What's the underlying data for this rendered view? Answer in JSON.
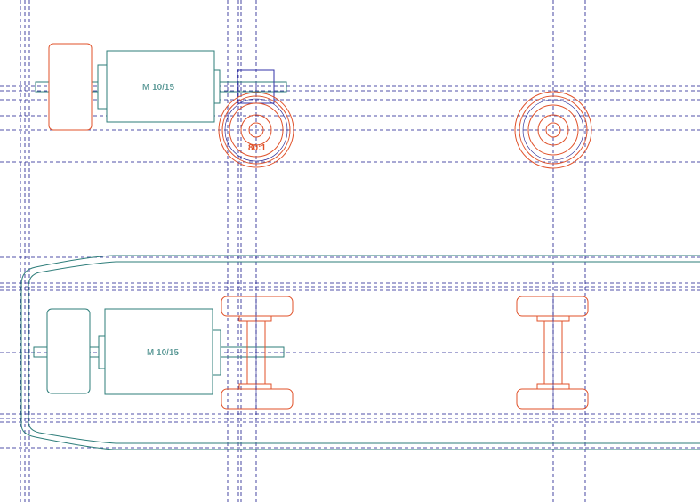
{
  "colors": {
    "background": "#ffffff",
    "guide": "#1a1a8c",
    "part": "#2e7d7a",
    "wheel": "#e0522a",
    "gear_box": "#3333aa"
  },
  "top_view": {
    "motor_label": "M 10/15",
    "gear_label": "80:1"
  },
  "bottom_view": {
    "motor_label": "M 10/15"
  }
}
